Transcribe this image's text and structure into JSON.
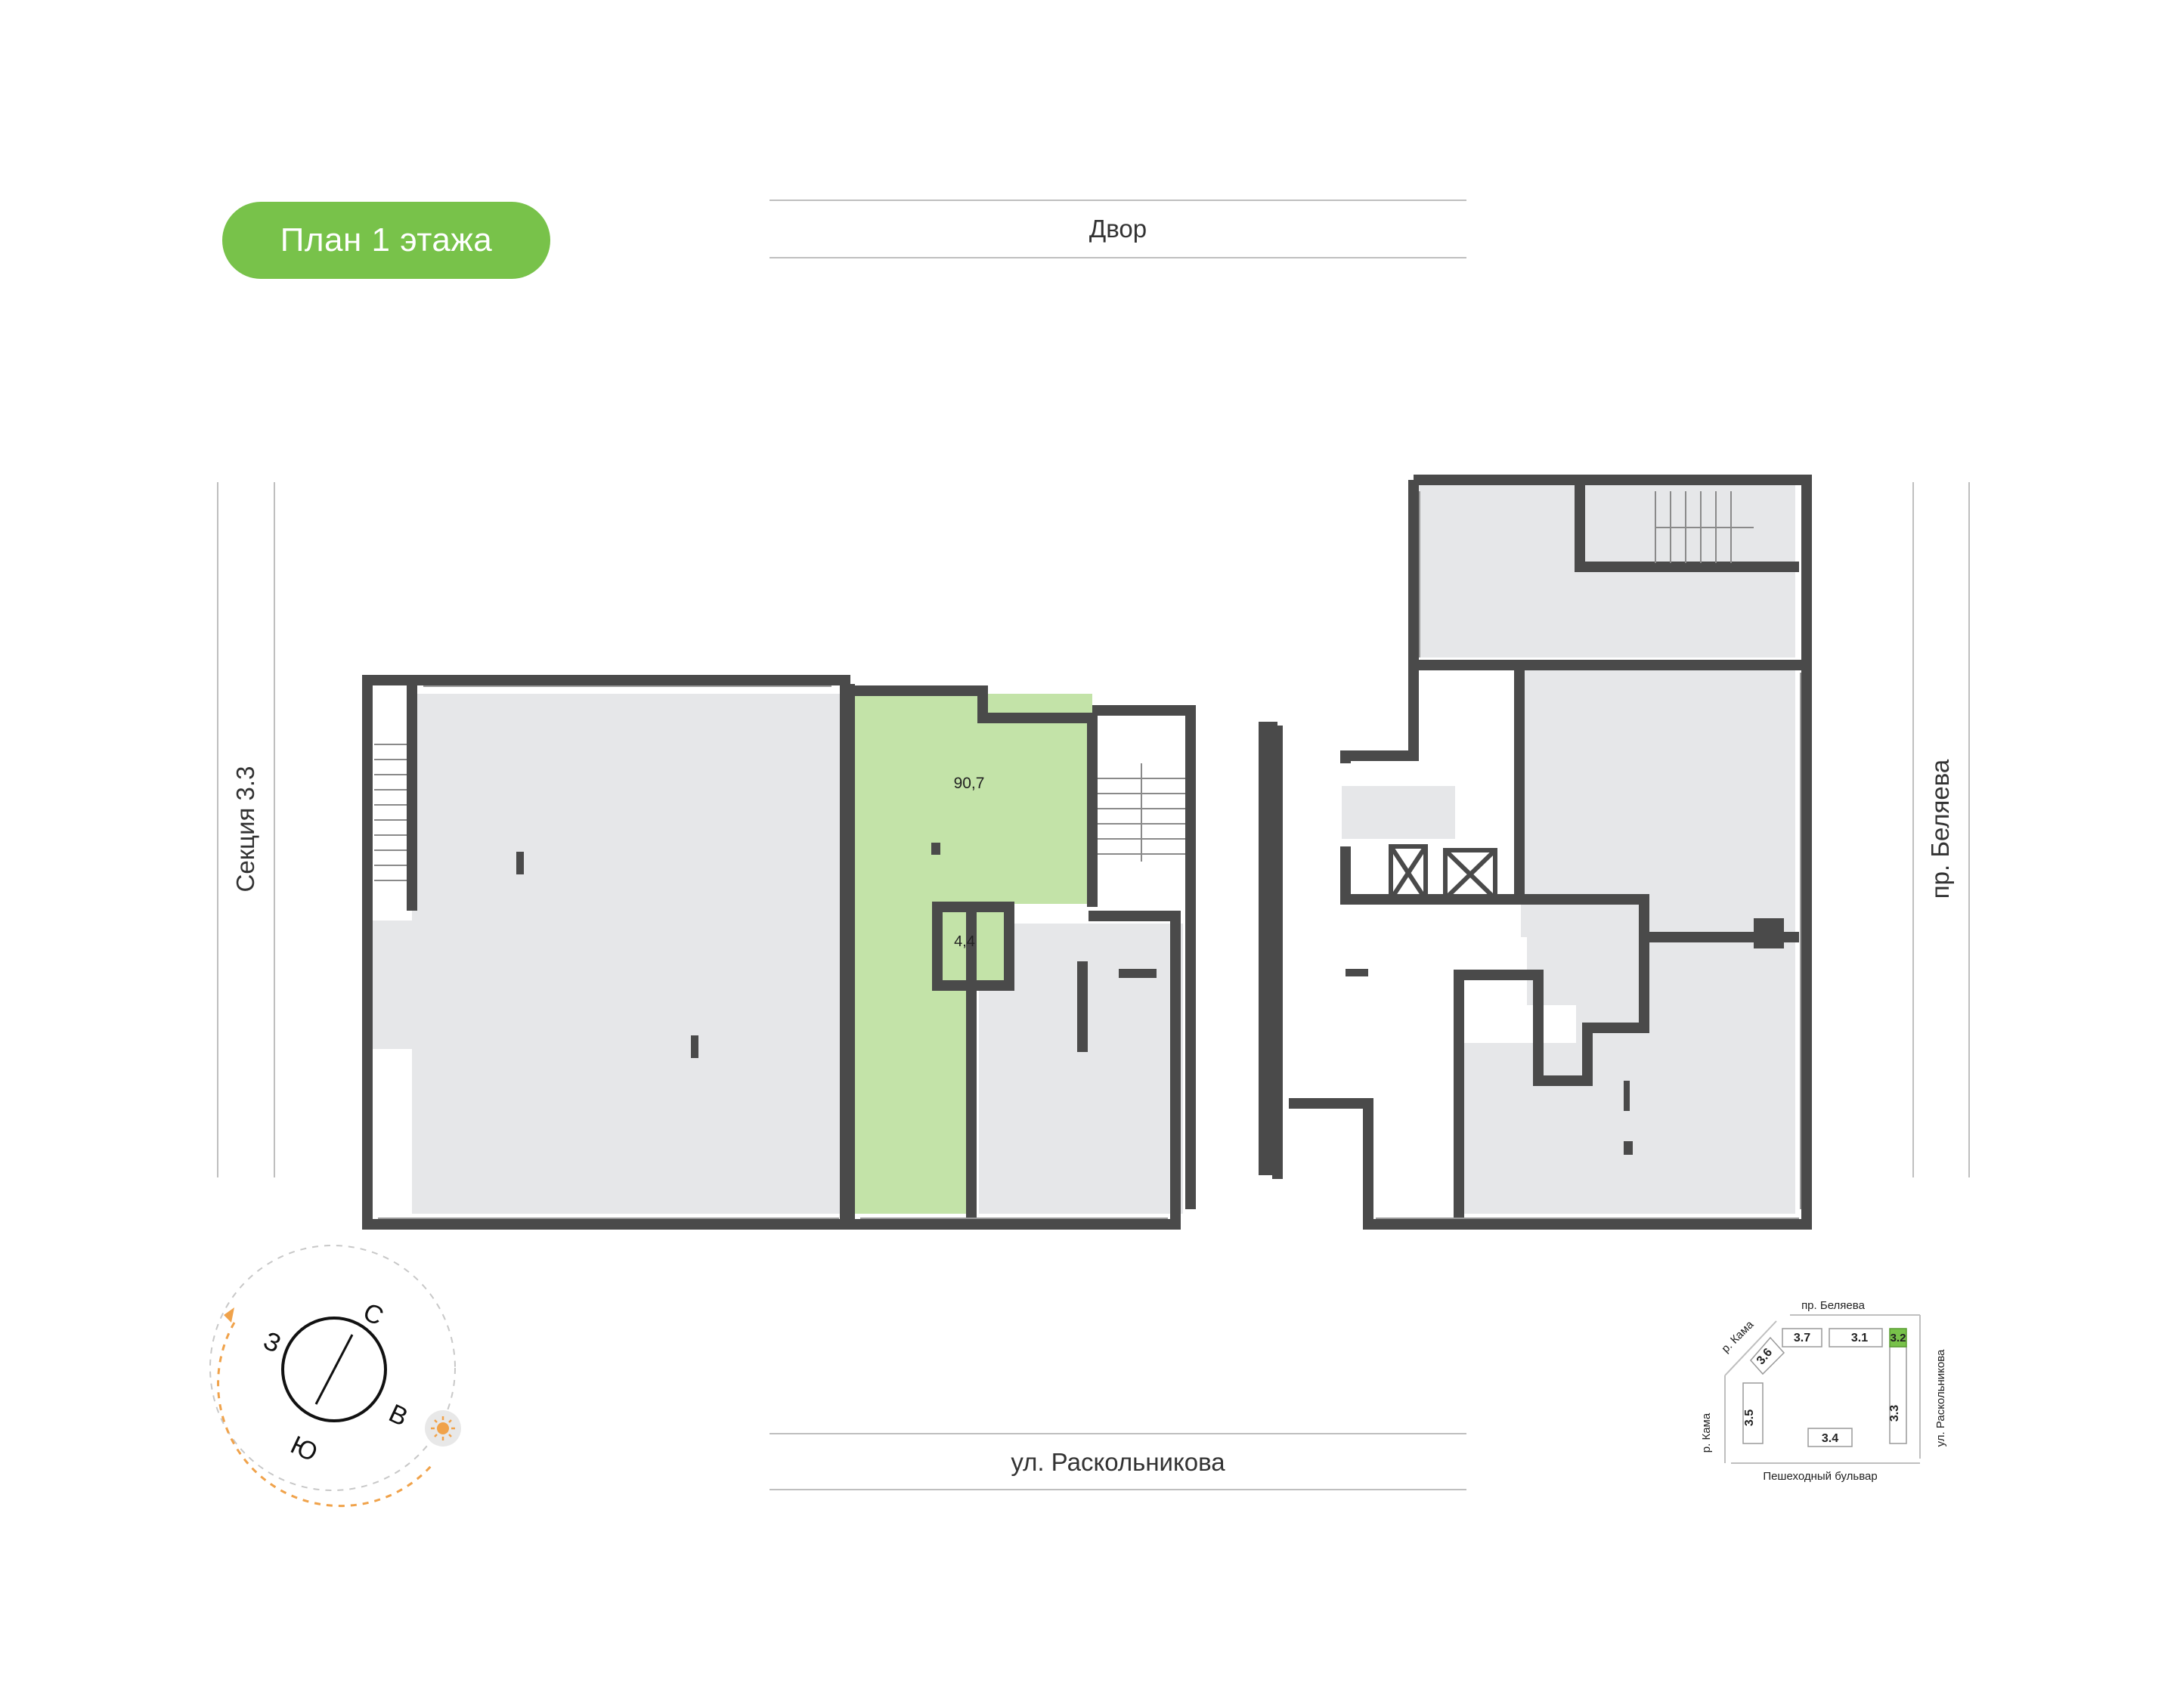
{
  "title": "План 1 этажа",
  "streets": {
    "top": "Двор",
    "bottom": "ул. Раскольникова",
    "left": "Секция 3.3",
    "right": "пр. Беляева"
  },
  "rooms": [
    {
      "area": "90,7",
      "highlighted": true
    },
    {
      "area": "4,4",
      "highlighted": true
    }
  ],
  "compass": {
    "n": "С",
    "e": "В",
    "s": "Ю",
    "w": "З",
    "sun_icon": "sun-icon"
  },
  "minimap": {
    "top_street": "пр. Беляева",
    "right_street": "ул. Раскольникова",
    "bottom_street": "Пешеходный бульвар",
    "left_street": "р. Кама",
    "diag_street": "р. Кама",
    "sections": [
      "3.7",
      "3.1",
      "3.2",
      "3.6",
      "3.5",
      "3.4",
      "3.3"
    ],
    "active": "3.2"
  },
  "colors": {
    "accent": "#78c24a",
    "room_fill": "#e6e7e9",
    "highlight_fill": "#c3e3a8",
    "wall": "#4a4a4a",
    "sun": "#f0a24a"
  }
}
